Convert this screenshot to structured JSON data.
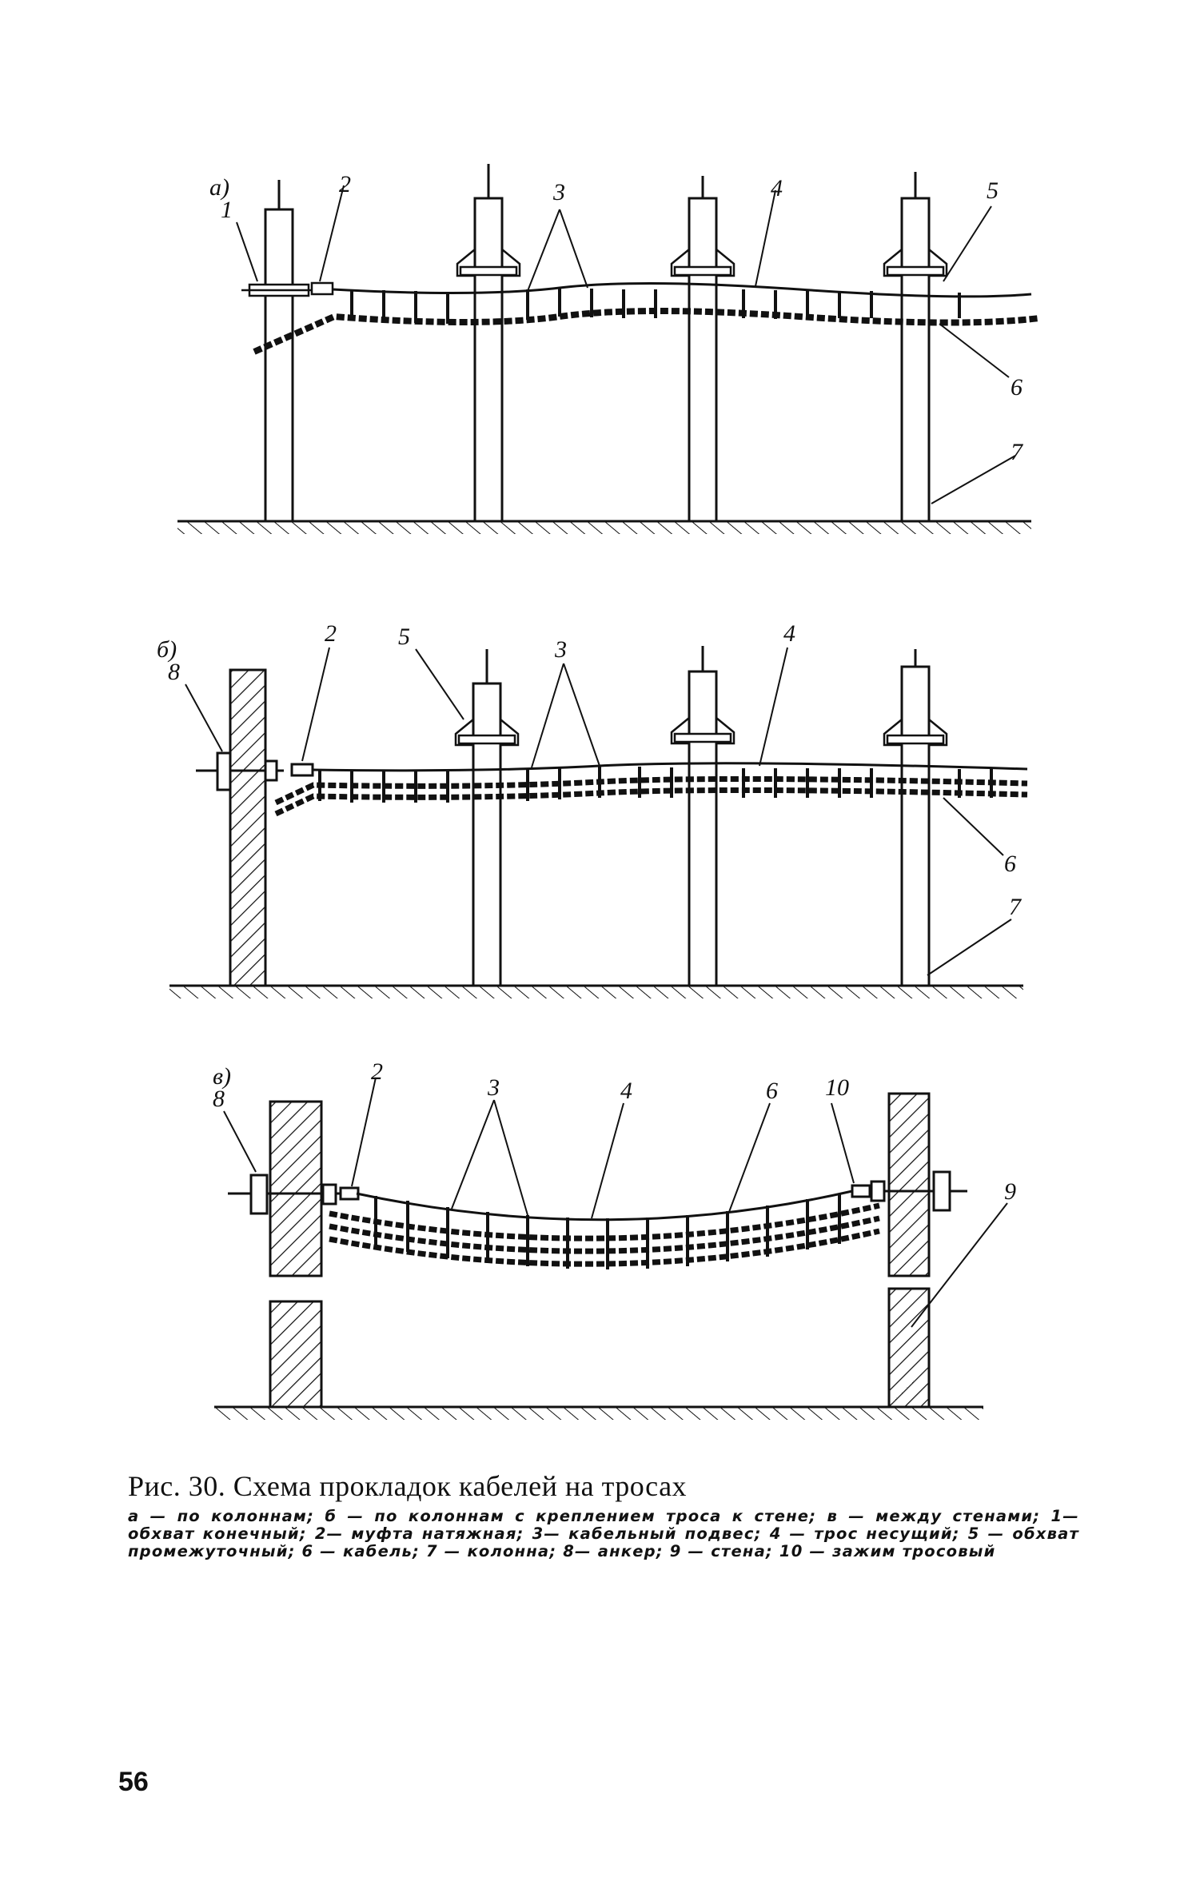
{
  "figure": {
    "panels": [
      {
        "id": "a",
        "letter": "a)",
        "callouts": [
          "1",
          "2",
          "3",
          "4",
          "5",
          "6",
          "7"
        ]
      },
      {
        "id": "b",
        "letter": "б)",
        "callouts": [
          "8",
          "2",
          "5",
          "3",
          "4",
          "6",
          "7"
        ]
      },
      {
        "id": "v",
        "letter": "в)",
        "callouts": [
          "8",
          "2",
          "3",
          "4",
          "6",
          "10",
          "9"
        ]
      }
    ]
  },
  "caption": {
    "title": "Рис. 30. Схема прокладок кабелей на тросах",
    "legend": "а — по колоннам; б — по колоннам с креплением троса к стене; в — между стенами; 1— обхват конечный; 2— муфта натяжная; 3— кабельный подвес; 4 — трос несущий; 5 — обхват промежуточный; 6 — кабель; 7 — колонна; 8— анкер; 9 — стена; 10 — зажим тросовый"
  },
  "page_number": "56"
}
